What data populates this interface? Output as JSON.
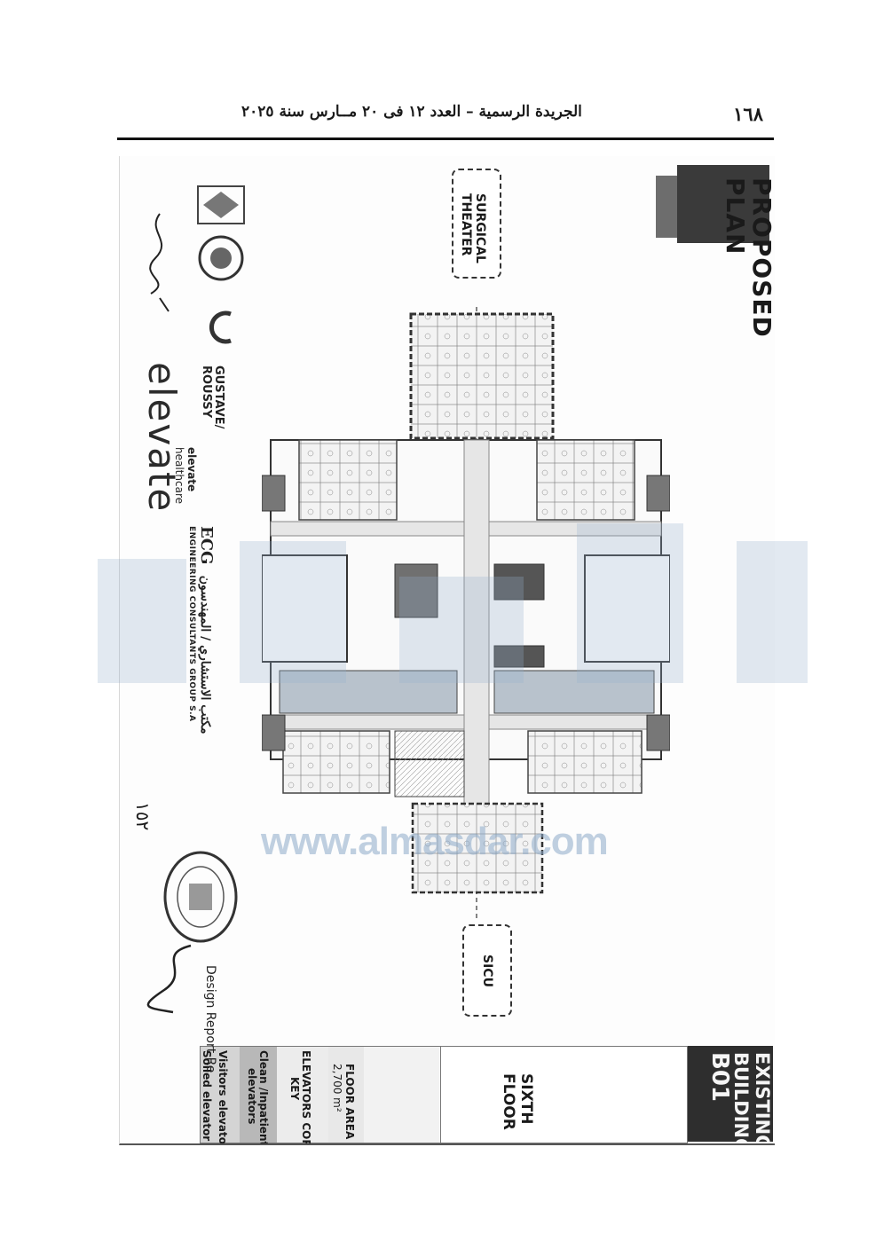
{
  "header": {
    "page_number": "١٦٨",
    "gazette_title": "الجريدة الرسمية – العدد ١٢ فى ٢٠ مــارس سنة ٢٠٢٥"
  },
  "plan": {
    "title_line1": "PROPOSED",
    "title_line2": "PLAN",
    "top_department": "SURGICAL\nTHEATER",
    "bottom_department": "SICU"
  },
  "legend": {
    "building_line1": "EXISTING",
    "building_line2": "BUILDING -",
    "building_line3": "B01",
    "floor_line1": "SIXTH",
    "floor_line2": "FLOOR",
    "floor_area_label": "FLOOR AREA",
    "floor_area_value": "2,700 m²",
    "key_title_line1": "ELEVATORS CORE",
    "key_title_line2": "KEY",
    "key_item1_line1": "Clean /Inpatient",
    "key_item1_line2": "elevators",
    "key_item2": "Visitors elevators",
    "key_item3": "Soiled elevator"
  },
  "side": {
    "report_text": "Design Report Re",
    "elevate": "elevate",
    "gustave_line1": "GUSTAVE/",
    "gustave_line2": "ROUSSY",
    "gustave_line3": "elevate",
    "gustave_line4": "healthcare",
    "ecg_title": "ECG",
    "ecg_arabic": "مكتب الاستشاري / المهندسون",
    "ecg_sub": "ENGINEERING CONSULTANTS GROUP S.A",
    "handwritten_number": "١٥٢"
  },
  "watermark": {
    "url": "www.almasdar.com"
  }
}
